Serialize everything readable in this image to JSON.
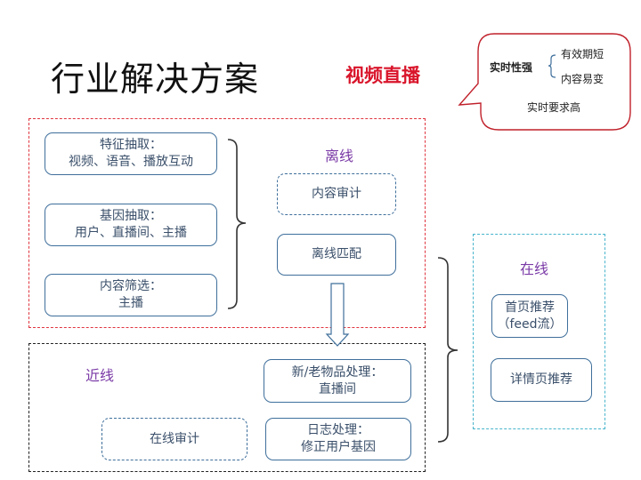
{
  "header": {
    "title": "行业解决方案",
    "subtitle": "视频直播"
  },
  "callout": {
    "label": "实时性强",
    "items": [
      "有效期短",
      "内容易变"
    ],
    "note": "实时要求高"
  },
  "offline": {
    "label": "离线",
    "features": [
      "特征抽取：\n视频、语音、播放互动",
      "基因抽取：\n用户、直播间、主播",
      "内容筛选：\n主播"
    ],
    "audit": "内容审计",
    "match": "离线匹配"
  },
  "nearline": {
    "label": "近线",
    "item_processing": "新/老物品处理：\n直播间",
    "online_audit": "在线审计",
    "log_processing": "日志处理：\n修正用户基因"
  },
  "online": {
    "label": "在线",
    "homepage": "首页推荐\n（feed流）",
    "detail": "详情页推荐"
  },
  "colors": {
    "title": "#111111",
    "subtitle": "#d9152b",
    "box_border": "#3f6f9b",
    "box_text": "#3a4f6a",
    "region_label": "#7a3aa6",
    "offline_border": "#e0353f",
    "nearline_border": "#222222",
    "online_border": "#47b4cc",
    "callout_border": "#c0202a"
  }
}
